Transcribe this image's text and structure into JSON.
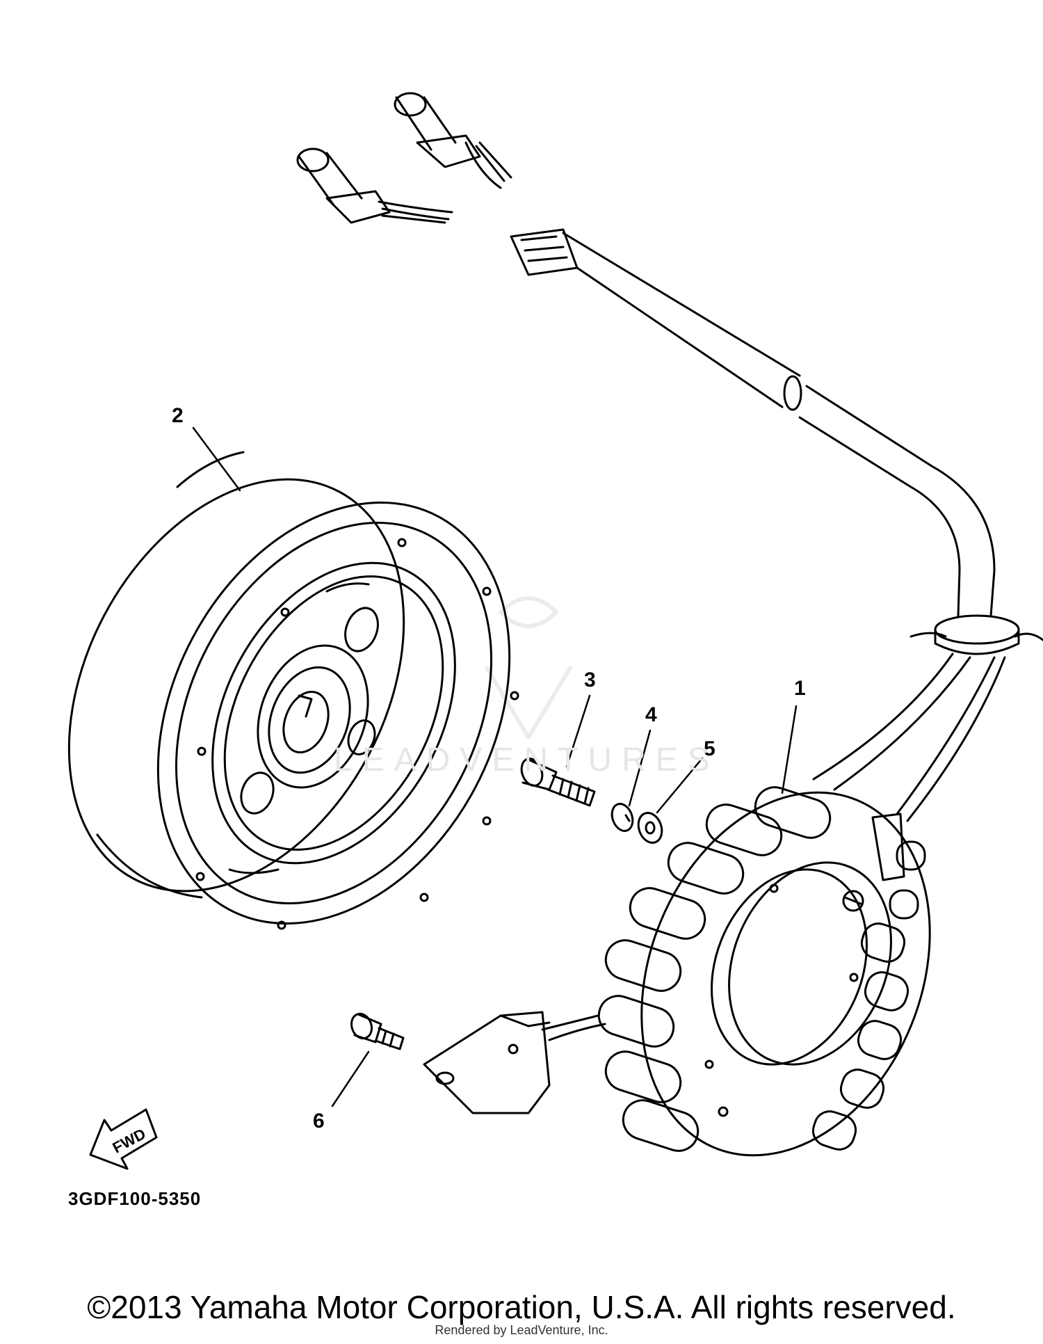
{
  "callouts": {
    "p1": "1",
    "p2": "2",
    "p3": "3",
    "p4": "4",
    "p5": "5",
    "p6": "6"
  },
  "arrow_label": "FWD",
  "diagram_code": "3GDF100-5350",
  "watermark": "LEADVENTURES",
  "footer": {
    "copyright": "©2013 Yamaha Motor Corporation, U.S.A. All rights reserved.",
    "rendered_by": "Rendered by LeadVenture, Inc."
  }
}
